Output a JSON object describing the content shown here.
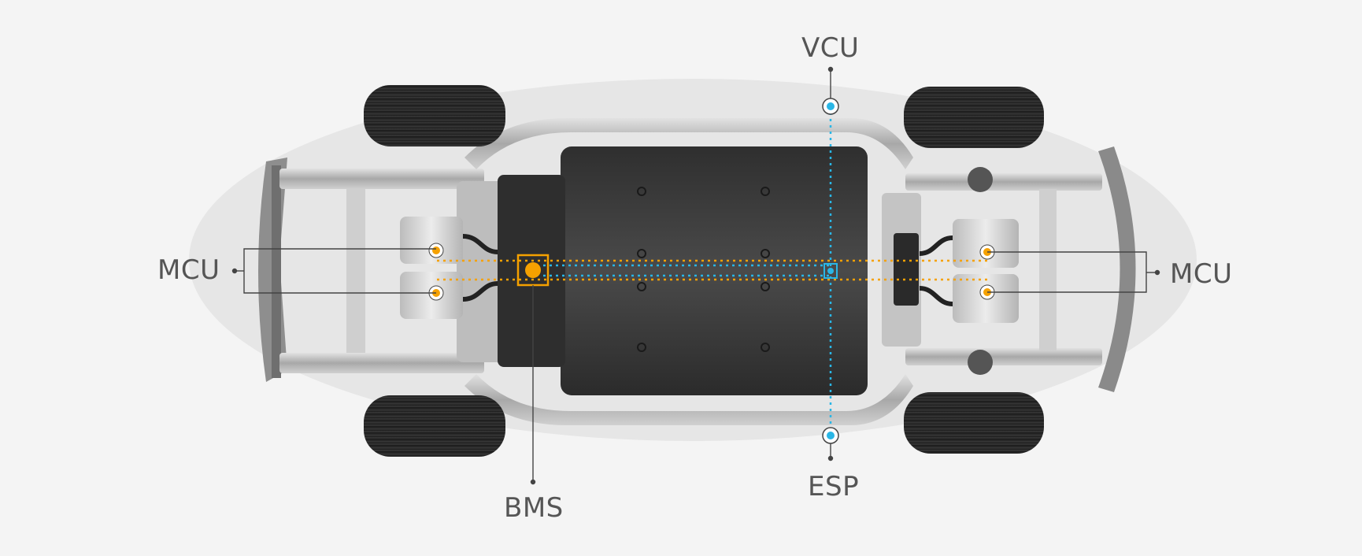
{
  "labels": {
    "vcu": "VCU",
    "esp": "ESP",
    "bms": "BMS",
    "mcu_front": "MCU",
    "mcu_rear": "MCU"
  },
  "colors": {
    "background": "#f4f4f4",
    "battery": "#3a3a3a",
    "frame": "#b9b9b9",
    "tire": "#1e1e1e",
    "motor": "#d2d2d2",
    "accent_orange": "#f5a100",
    "accent_blue": "#29b6e6",
    "leader": "#444444",
    "label_text": "#555555"
  },
  "icons": [
    "vcu-marker",
    "esp-marker",
    "bms-marker",
    "mcu-marker"
  ]
}
